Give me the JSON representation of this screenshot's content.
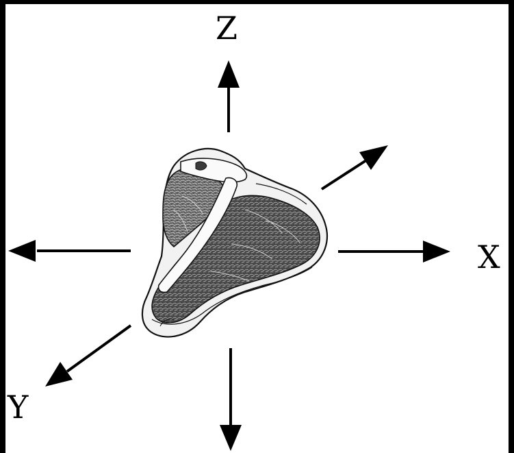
{
  "axes": {
    "z_label": "Z",
    "x_label": "X",
    "y_label": "Y"
  },
  "illustration": {
    "subject": "T-bone steak",
    "style": "pen-and-ink engraving"
  },
  "colors": {
    "background": "#ffffff",
    "frame": "#000000",
    "ink": "#000000",
    "meat_shade": "#5a5a5a"
  }
}
